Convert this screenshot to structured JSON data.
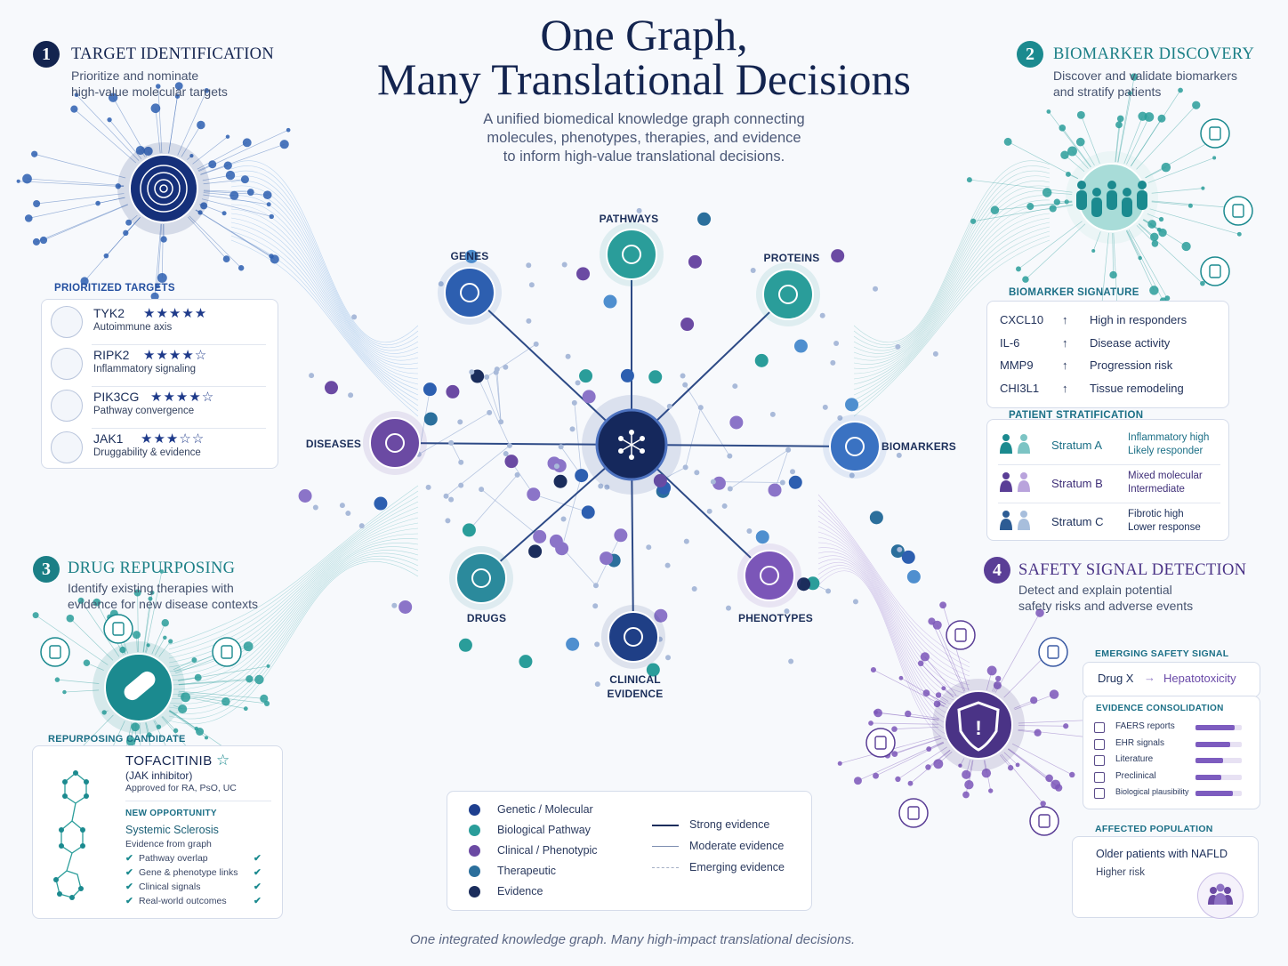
{
  "header": {
    "title_line1": "One Graph,",
    "title_line2": "Many Translational Decisions",
    "subtitle_line1": "A unified biomedical knowledge graph connecting",
    "subtitle_line2": "molecules, phenotypes, therapies, and evidence",
    "subtitle_line3": "to inform high-value translational decisions."
  },
  "sections": {
    "target": {
      "number": "1",
      "title": "TARGET IDENTIFICATION",
      "desc_line1": "Prioritize and nominate",
      "desc_line2": "high-value molecular targets",
      "list_title": "PRIORITIZED TARGETS",
      "items": [
        {
          "name": "TYK2",
          "stars": "★★★★★",
          "note": "Autoimmune axis",
          "rating": 5
        },
        {
          "name": "RIPK2",
          "stars": "★★★★☆",
          "note": "Inflammatory signaling",
          "rating": 3.5
        },
        {
          "name": "PIK3CG",
          "stars": "★★★★☆",
          "note": "Pathway convergence",
          "rating": 3.5
        },
        {
          "name": "JAK1",
          "stars": "★★★☆☆",
          "note": "Druggability & evidence",
          "rating": 3
        }
      ]
    },
    "biomarker": {
      "number": "2",
      "title": "BIOMARKER DISCOVERY",
      "desc_line1": "Discover and validate biomarkers",
      "desc_line2": "and stratify patients",
      "signature_title": "BIOMARKER SIGNATURE",
      "signature": [
        {
          "marker": "CXCL10",
          "arrow": "↑",
          "note": "High in responders"
        },
        {
          "marker": "IL-6",
          "arrow": "↑",
          "note": "Disease activity"
        },
        {
          "marker": "MMP9",
          "arrow": "↑",
          "note": "Progression risk"
        },
        {
          "marker": "CHI3L1",
          "arrow": "↑",
          "note": "Tissue remodeling"
        }
      ],
      "strat_title": "PATIENT STRATIFICATION",
      "strata": [
        {
          "name": "Stratum A",
          "line1": "Inflammatory high",
          "line2": "Likely responder",
          "color": "#1b8a8f"
        },
        {
          "name": "Stratum B",
          "line1": "Mixed molecular",
          "line2": "Intermediate",
          "color": "#6a4a9c"
        },
        {
          "name": "Stratum C",
          "line1": "Fibrotic high",
          "line2": "Lower response",
          "color": "#2d5c94"
        }
      ]
    },
    "repurposing": {
      "number": "3",
      "title": "DRUG REPURPOSING",
      "desc_line1": "Identify existing therapies with",
      "desc_line2": "evidence for new disease contexts",
      "candidate_title": "REPURPOSING CANDIDATE",
      "drug_name": "TOFACITINIB",
      "star": "☆",
      "drug_class": "(JAK inhibitor)",
      "approved": "Approved for RA, PsO, UC",
      "opportunity_title": "NEW OPPORTUNITY",
      "disease": "Systemic Sclerosis",
      "evidence_note": "Evidence from graph",
      "checks": [
        "Pathway overlap",
        "Gene & phenotype links",
        "Clinical signals",
        "Real-world outcomes"
      ],
      "check_mark": "✔"
    },
    "safety": {
      "number": "4",
      "title": "SAFETY SIGNAL DETECTION",
      "desc_line1": "Detect and explain potential",
      "desc_line2": "safety risks and adverse events",
      "signal_title": "EMERGING SAFETY SIGNAL",
      "drug": "Drug X",
      "arrow": "→",
      "event": "Hepatotoxicity",
      "consolidation_title": "EVIDENCE CONSOLIDATION",
      "evidence": [
        {
          "label": "FAERS reports",
          "level": 0.85
        },
        {
          "label": "EHR signals",
          "level": 0.75
        },
        {
          "label": "Literature",
          "level": 0.6
        },
        {
          "label": "Preclinical",
          "level": 0.55
        },
        {
          "label": "Biological plausibility",
          "level": 0.8
        }
      ],
      "population_title": "AFFECTED POPULATION",
      "population": "Older patients with NAFLD",
      "risk": "Higher risk"
    }
  },
  "graph": {
    "hubs": {
      "pathways": "PATHWAYS",
      "genes": "GENES",
      "proteins": "PROTEINS",
      "diseases": "DISEASES",
      "biomarkers": "BIOMARKERS",
      "drugs": "DRUGS",
      "phenotypes": "PHENOTYPES",
      "clinical_line1": "CLINICAL",
      "clinical_line2": "EVIDENCE"
    }
  },
  "legend": {
    "node_types": [
      {
        "label": "Genetic / Molecular",
        "color": "#1e3f8f"
      },
      {
        "label": "Biological Pathway",
        "color": "#2a9d9a"
      },
      {
        "label": "Clinical / Phenotypic",
        "color": "#6b4aa3"
      },
      {
        "label": "Therapeutic",
        "color": "#2b6f9c"
      },
      {
        "label": "Evidence",
        "color": "#1b2d5c"
      }
    ],
    "edges": [
      {
        "label": "Strong evidence"
      },
      {
        "label": "Moderate evidence"
      },
      {
        "label": "Emerging evidence"
      }
    ]
  },
  "footer": "One integrated knowledge graph. Many high-impact translational decisions.",
  "colors": {
    "navy": "#13244f",
    "teal": "#1b8a8f",
    "purple": "#5a3e96",
    "blue": "#1e3f8f"
  }
}
